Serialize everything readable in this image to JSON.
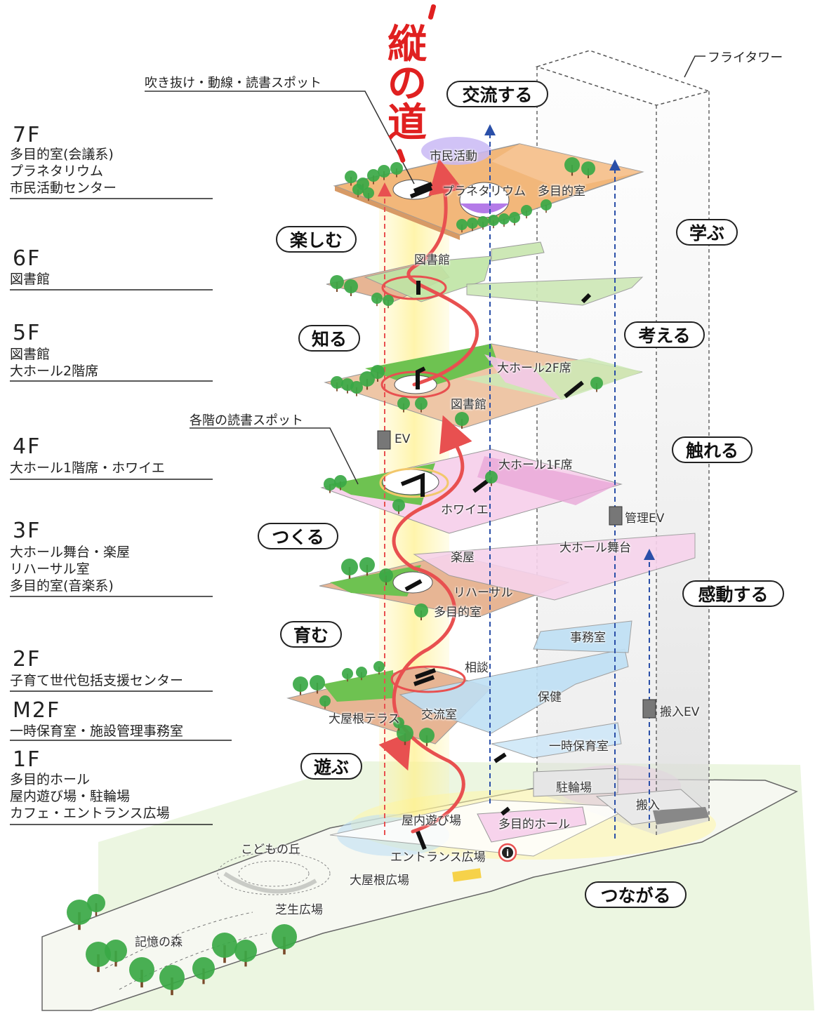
{
  "title": {
    "chars": [
      "縦",
      "の",
      "道"
    ]
  },
  "callouts": {
    "atrium": "吹き抜け・動線・読書スポット",
    "reading_spots": "各階の読書スポット",
    "fly_tower": "フライタワー"
  },
  "floors": [
    {
      "id": "7f",
      "num": "7F",
      "desc": "多目的室(会議系)\nプラネタリウム\n市民活動センター"
    },
    {
      "id": "6f",
      "num": "6F",
      "desc": "図書館"
    },
    {
      "id": "5f",
      "num": "5F",
      "desc": "図書館\n大ホール2階席"
    },
    {
      "id": "4f",
      "num": "4F",
      "desc": "大ホール1階席・ホワイエ"
    },
    {
      "id": "3f",
      "num": "3F",
      "desc": "大ホール舞台・楽屋\nリハーサル室\n多目的室(音楽系)"
    },
    {
      "id": "2f",
      "num": "2F",
      "desc": "子育て世代包括支援センター"
    },
    {
      "id": "m2f",
      "num": "M2F",
      "desc": "一時保育室・施設管理事務室"
    },
    {
      "id": "1f",
      "num": "1F",
      "desc": "多目的ホール\n屋内遊び場・駐輪場\nカフェ・エントランス広場"
    }
  ],
  "verbs": {
    "koryu": "交流する",
    "tanoshimu": "楽しむ",
    "manabu": "学ぶ",
    "shiru": "知る",
    "kangaeru": "考える",
    "fureru": "触れる",
    "tsukuru": "つくる",
    "kando": "感動する",
    "sodatsu": "育む",
    "asobu": "遊ぶ",
    "tsunagaru": "つながる"
  },
  "areas": {
    "shimin": "市民活動",
    "planetarium": "プラネタリウム",
    "tamokuteki7": "多目的室",
    "library6": "図書館",
    "hall2f": "大ホール2F席",
    "library5": "図書館",
    "ev": "EV",
    "hall1f": "大ホール1F席",
    "foyer": "ホワイエ",
    "kanri_ev": "管理EV",
    "gakuya": "楽屋",
    "stage": "大ホール舞台",
    "rehearsal": "リハーサル",
    "tamokuteki3": "多目的室",
    "jimu": "事務室",
    "sodan": "相談",
    "hoken": "保健",
    "kohanyu_ev": "搬入EV",
    "oyane_terrace": "大屋根テラス",
    "koryushitsu": "交流室",
    "ichiji": "一時保育室",
    "churin": "駐輪場",
    "hannyu": "搬入",
    "okunai": "屋内遊び場",
    "hall_multi": "多目的ホール",
    "kodomo": "こどもの丘",
    "entrance": "エントランス広場",
    "info": "i",
    "oyane_plaza": "大屋根広場",
    "shibafu": "芝生広場",
    "kioku": "記憶の森"
  },
  "colors": {
    "accent_red": "#e02020",
    "ev_blue": "#2a4fa8",
    "pink": "#f4c6e6",
    "green": "#8fcf72",
    "blue": "#bfe0f5",
    "orange": "#f2b77a",
    "terrace": "#e7b594",
    "yellow": "#fff3a0",
    "tree": "#3aa845"
  }
}
